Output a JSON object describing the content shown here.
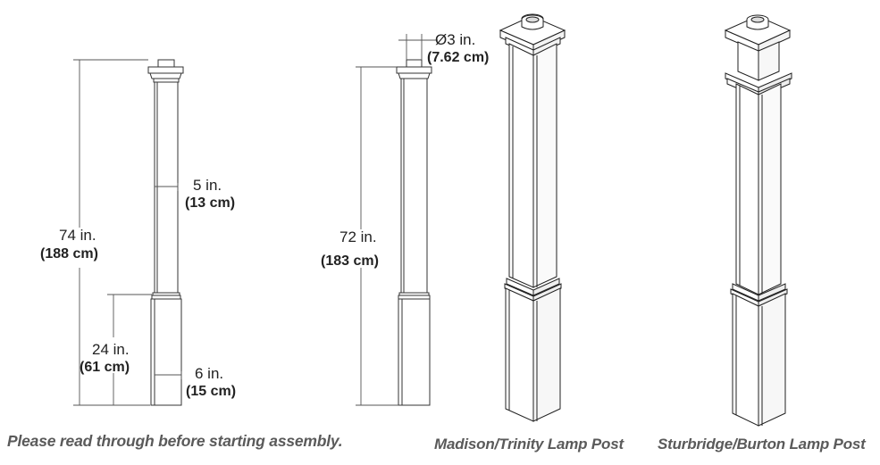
{
  "post_a": {
    "height_in": "74 in.",
    "height_cm": "(188 cm)",
    "shaft_in": "5 in.",
    "shaft_cm": "(13 cm)",
    "base_height_in": "24 in.",
    "base_height_cm": "(61 cm)",
    "base_in": "6 in.",
    "base_cm": "(15 cm)"
  },
  "post_b": {
    "height_in": "72 in.",
    "height_cm": "(183 cm)",
    "top_in": "Ø3 in.",
    "top_cm": "(7.62 cm)"
  },
  "captions": {
    "note": "Please read through before starting assembly.",
    "madison": "Madison/Trinity Lamp Post",
    "sturbridge": "Sturbridge/Burton Lamp Post"
  }
}
